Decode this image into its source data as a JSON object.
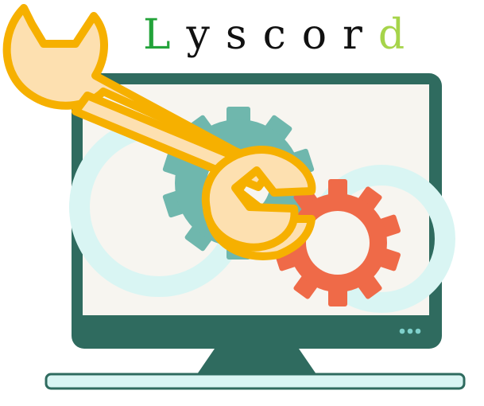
{
  "brand": {
    "letters": [
      {
        "char": "L",
        "color": "#23a33a"
      },
      {
        "char": "y",
        "color": "#111111"
      },
      {
        "char": "s",
        "color": "#111111"
      },
      {
        "char": "c",
        "color": "#111111"
      },
      {
        "char": "o",
        "color": "#111111"
      },
      {
        "char": "r",
        "color": "#111111"
      },
      {
        "char": "d",
        "color": "#a6d44a"
      }
    ]
  },
  "colors": {
    "monitor_frame": "#2f6b5f",
    "monitor_stand": "#2f6b5f",
    "screen_bg": "#f7f5f0",
    "screen_gear_faint": "#d9f5f3",
    "gear_teal": "#6fb7ad",
    "gear_red": "#ef6a48",
    "wrench_fill": "#fde0b0",
    "wrench_stroke": "#f6b000",
    "indicator_dots": "#7fd1cc"
  },
  "icons": {
    "illustration": "monitor-with-gears-and-wrench-icon"
  }
}
